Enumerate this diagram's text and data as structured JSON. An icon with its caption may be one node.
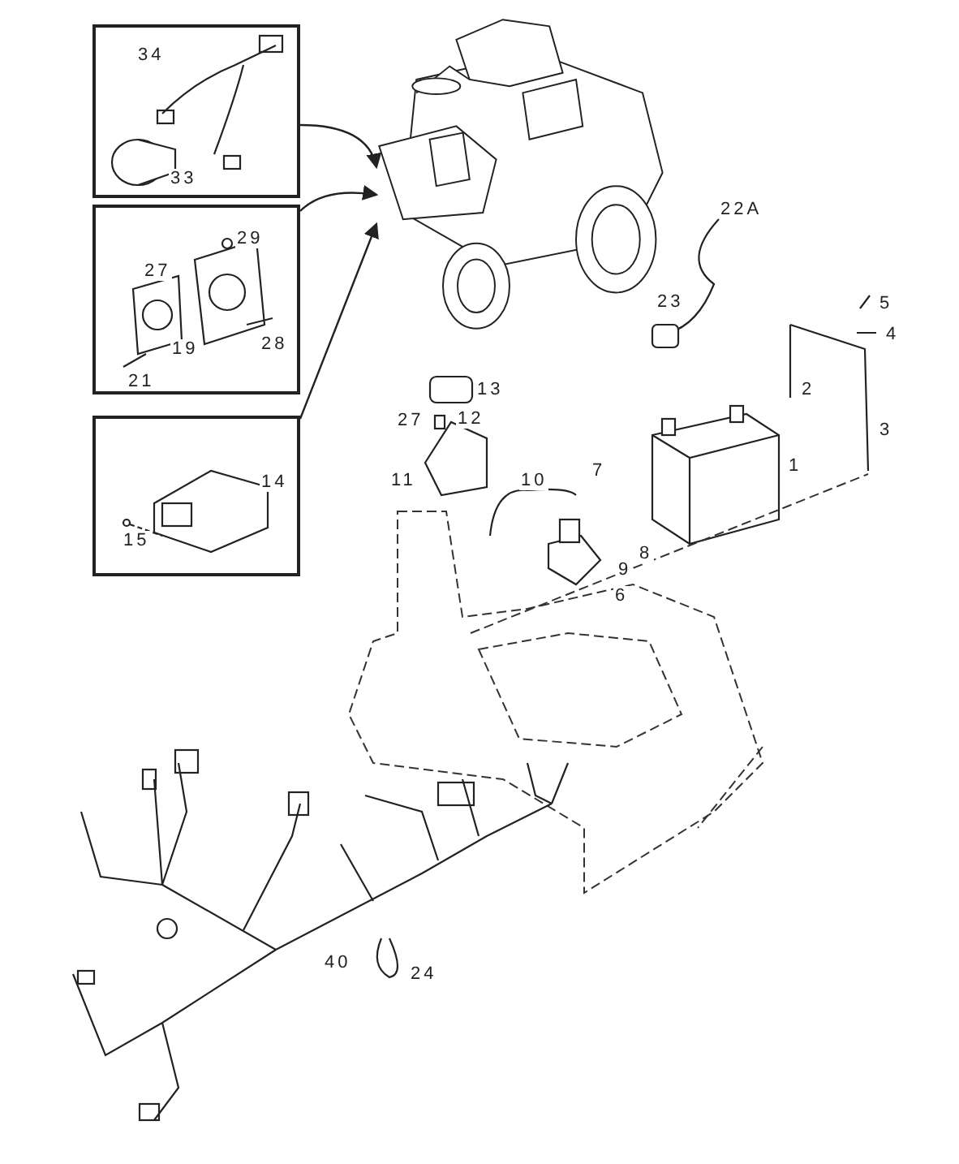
{
  "diagram": {
    "nodes": [
      {
        "text": [],
        "shape": "box"
      },
      {
        "text": [],
        "shape": "box"
      },
      {
        "text": [],
        "shape": "box"
      },
      {
        "text": [],
        "shape": "picture"
      }
    ],
    "edges": [
      {
        "from": 0,
        "to": 3,
        "arrow": "to"
      },
      {
        "from": 1,
        "to": 3,
        "arrow": "to"
      },
      {
        "from": 2,
        "to": 3,
        "arrow": "to"
      }
    ],
    "labels": [
      "34",
      "33",
      "22A",
      "29",
      "27",
      "23",
      "5",
      "4",
      "19",
      "28",
      "21",
      "13",
      "2",
      "27",
      "12",
      "3",
      "11",
      "10",
      "7",
      "1",
      "14",
      "15",
      "6",
      "9",
      "8",
      "40",
      "24"
    ]
  }
}
